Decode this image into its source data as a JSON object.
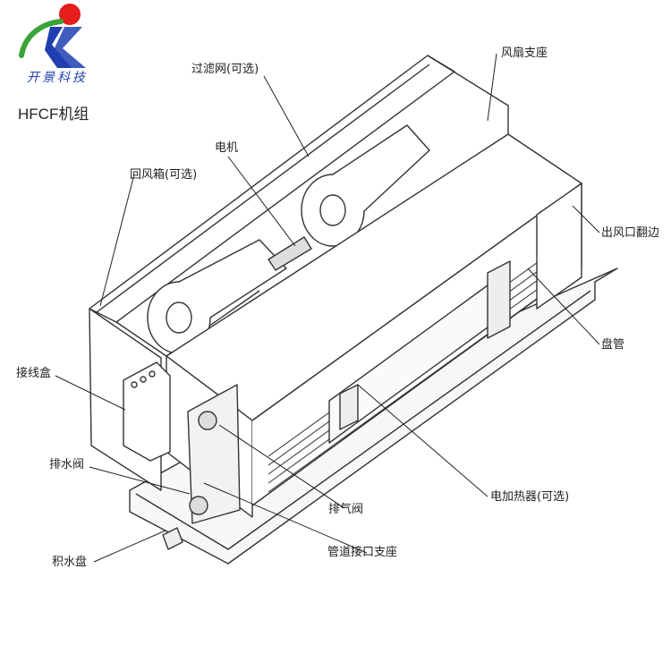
{
  "brand": {
    "company": "开景科技",
    "model_label": "HFCF机组",
    "colors": {
      "red": "#e51d1d",
      "blue": "#1f3fb0",
      "green": "#3aa33a"
    }
  },
  "labels": {
    "filter_net": "过滤网(可选)",
    "fan_bracket": "风扇支座",
    "motor": "电机",
    "return_box": "回风箱(可选)",
    "outlet_flange": "出风口翻边",
    "coil": "盘管",
    "junction_box": "接线盒",
    "drain_valve": "排水阀",
    "vent_valve": "排气阀",
    "electric_heater": "电加热器(可选)",
    "pipe_bracket": "管道接口支座",
    "drip_tray": "积水盘"
  }
}
